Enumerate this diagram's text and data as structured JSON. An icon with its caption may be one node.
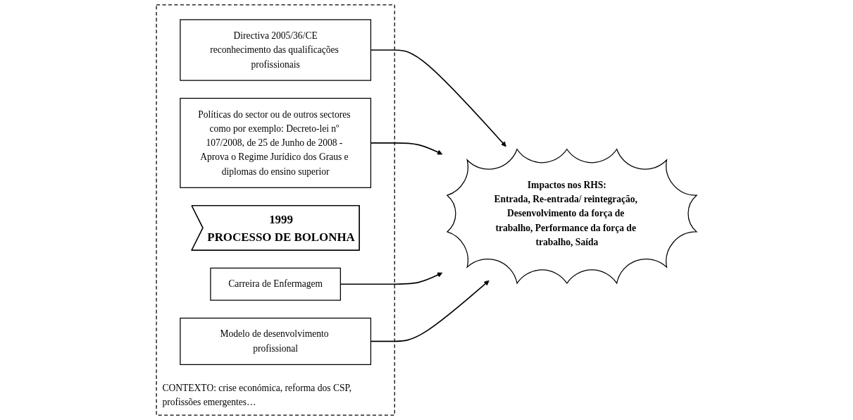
{
  "diagram": {
    "nodes": [
      {
        "text": [
          "CONTEXTO: crise económica, reforma dos CSP, profissões emergentes…"
        ]
      },
      {
        "text": [
          "Directiva 2005/36/CE",
          "reconhecimento das qualificações profissionais"
        ],
        "in": 0
      },
      {
        "text": [
          "Políticas do sector ou de outros sectores como por exemplo: Decreto-lei nº 107/2008, de 25 de Junho de 2008 - Aprova o Regime Jurídico dos Graus e diplomas do ensino superior"
        ],
        "in": 0
      },
      {
        "text": [
          "1999",
          "PROCESSO DE BOLONHA"
        ],
        "in": 0
      },
      {
        "text": [
          "Carreira de Enfermagem"
        ],
        "in": 0
      },
      {
        "text": [
          "Modelo de desenvolvimento profissional"
        ],
        "in": 0
      },
      {
        "text": [
          "Impactos nos RHS:",
          "Entrada, Re-entrada/ reintegração, Desenvolvimento da força de trabalho, Performance da força de trabalho, Saída"
        ]
      }
    ],
    "edges": [
      {
        "from": 1,
        "to": 6,
        "arrow": "to"
      },
      {
        "from": 2,
        "to": 6,
        "arrow": "to"
      },
      {
        "from": 4,
        "to": 6,
        "arrow": "to"
      },
      {
        "from": 5,
        "to": 6,
        "arrow": "to"
      }
    ]
  }
}
